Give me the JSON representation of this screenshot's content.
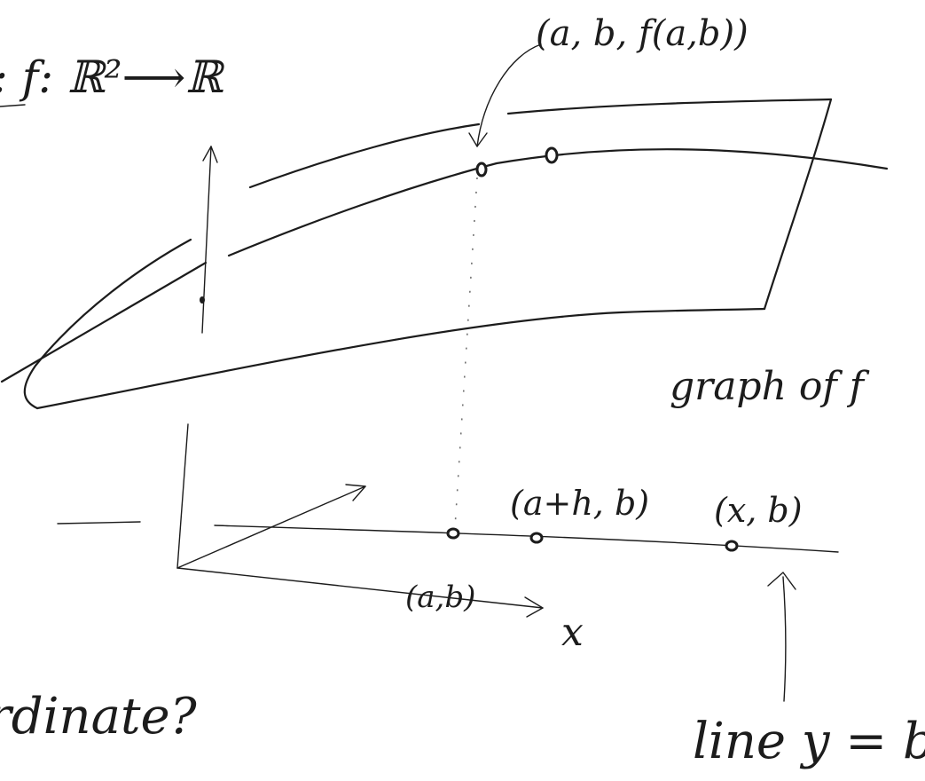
{
  "labels": {
    "map": ": f: ℝ²⟶ℝ",
    "surface_point": "(a, b, f(a,b))",
    "graph": "graph of f",
    "point_ahb": "(a+h, b)",
    "point_xb": "(x, b)",
    "point_ab": "(a,b)",
    "x_axis": "x",
    "question": "rdinate?",
    "line": "line y = b"
  },
  "colors": {
    "ink": "#1c1c1c",
    "paper": "#ffffff",
    "guide": "#707070"
  }
}
